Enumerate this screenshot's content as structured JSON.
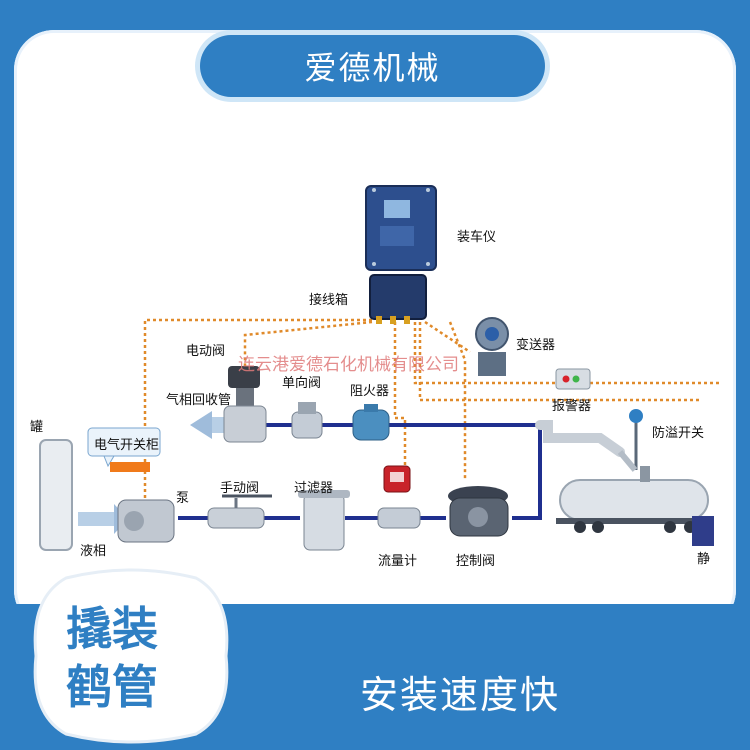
{
  "header": {
    "title": "爱德机械"
  },
  "diagram": {
    "labels": {
      "loader": "装车仪",
      "junction_box": "接线箱",
      "transmitter": "变送器",
      "electric_valve": "电动阀",
      "gas_return": "气相回收管",
      "check_valve": "单向阀",
      "flame_arrester": "阻火器",
      "alarm": "报警器",
      "overfill_switch": "防溢开关",
      "electric_cabinet": "电气开关柜",
      "pump": "泵",
      "manual_valve": "手动阀",
      "filter": "过滤器",
      "flow_meter": "流量计",
      "control_valve": "控制阀",
      "liquid_phase": "液相",
      "tank_left": "罐",
      "static": "静"
    },
    "watermark": "连云港爱德石化机械有限公司"
  },
  "badge": {
    "line1": "撬装",
    "line2": "鹤管"
  },
  "feature": {
    "text": "安装速度快"
  },
  "colors": {
    "brand_blue": "#2f7fc3",
    "pipe_navy": "#1f2f8f",
    "signal_orange": "#e08a2a",
    "white": "#ffffff"
  }
}
